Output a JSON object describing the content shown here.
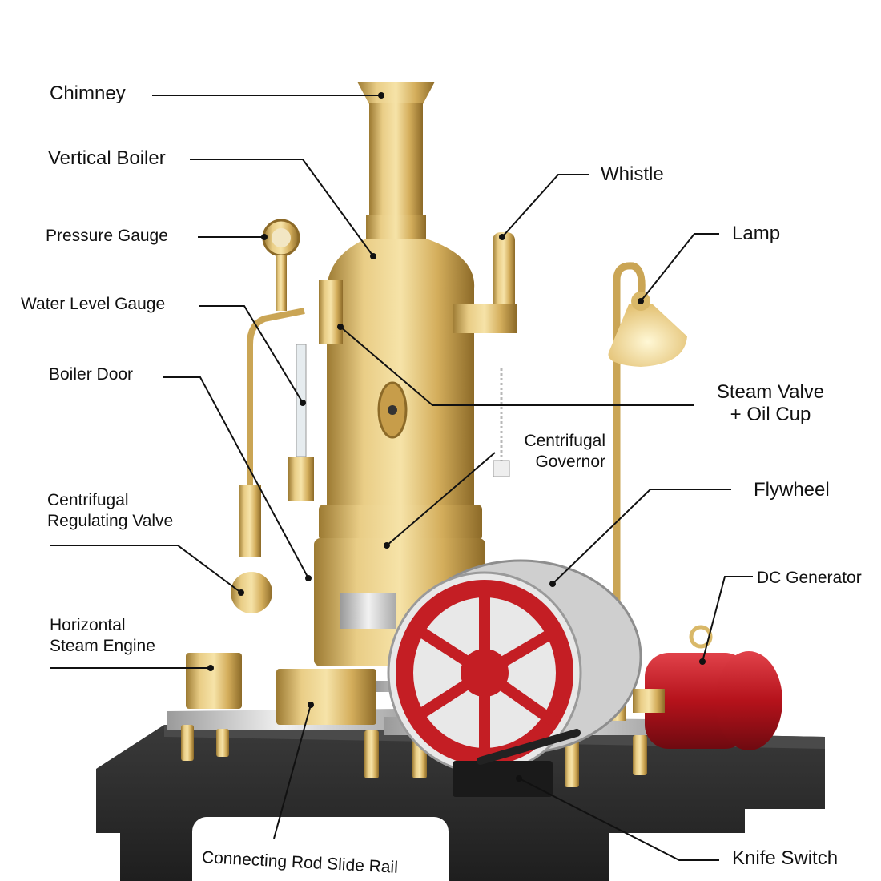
{
  "labels": {
    "chimney": "Chimney",
    "vertical_boiler": "Vertical Boiler",
    "pressure_gauge": "Pressure Gauge",
    "water_level_gauge": "Water Level Gauge",
    "boiler_door": "Boiler Door",
    "centrifugal_regulating_valve": [
      "Centrifugal",
      "Regulating Valve"
    ],
    "horizontal_steam_engine": [
      "Horizontal",
      "Steam Engine"
    ],
    "connecting_rod_slide_rail": "Connecting Rod Slide Rail",
    "whistle": "Whistle",
    "lamp": "Lamp",
    "steam_valve_oil_cup": [
      "Steam Valve",
      "+ Oil Cup"
    ],
    "centrifugal_governor": [
      "Centrifugal",
      "Governor"
    ],
    "flywheel": "Flywheel",
    "dc_generator": "DC Generator",
    "knife_switch": "Knife Switch"
  },
  "colors": {
    "brass": "#d8b560",
    "brass_dark": "#a27f35",
    "flywheel_red": "#c41e24",
    "generator_red": "#b5121b",
    "base_black": "#222222",
    "silver": "#d9d9d9"
  }
}
